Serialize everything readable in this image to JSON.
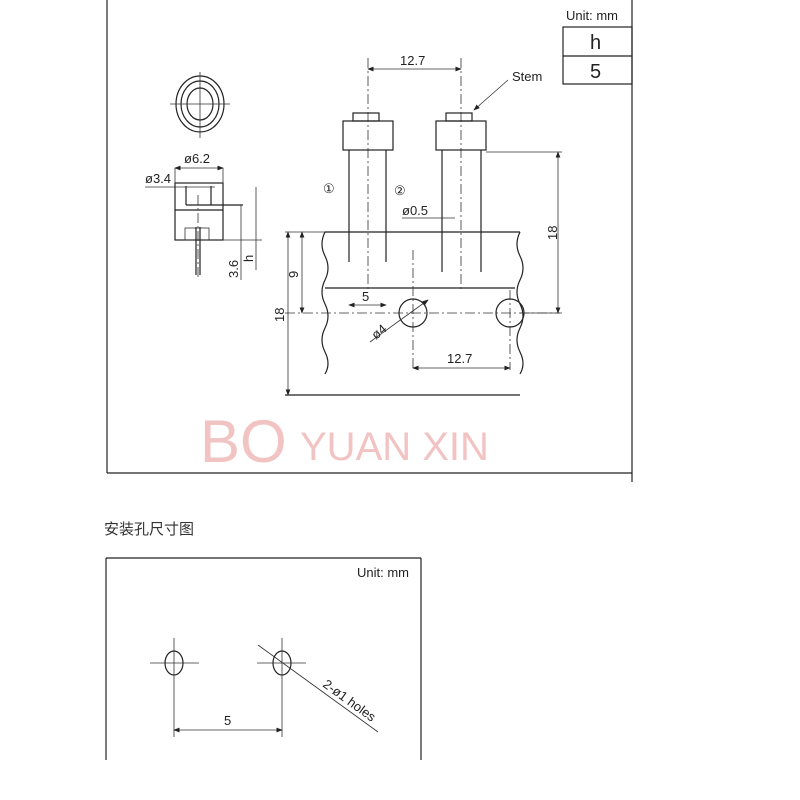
{
  "top_drawing": {
    "unit_label": "Unit: mm",
    "table_header": "h",
    "table_value": "5",
    "front_view": {
      "dia_outer": "ø6.2",
      "dia_inner": "ø3.4",
      "dim_36": "3.6",
      "dim_h": "h"
    },
    "tape_view": {
      "pitch_top": "12.7",
      "stem_label": "Stem",
      "pin1": "①",
      "pin2": "②",
      "lead_dia": "ø0.5",
      "height_18_right": "18",
      "lead_spacing": "5",
      "hole_dia": "ø4",
      "pitch_bottom": "12.7",
      "dim_9": "9",
      "dim_18_left": "18"
    },
    "watermark": {
      "part1": "BO",
      "part2": "YUAN XIN"
    }
  },
  "bottom_drawing": {
    "title": "安装孔尺寸图",
    "unit_label": "Unit: mm",
    "spacing": "5",
    "holes_label": "2-ø1 holes"
  }
}
